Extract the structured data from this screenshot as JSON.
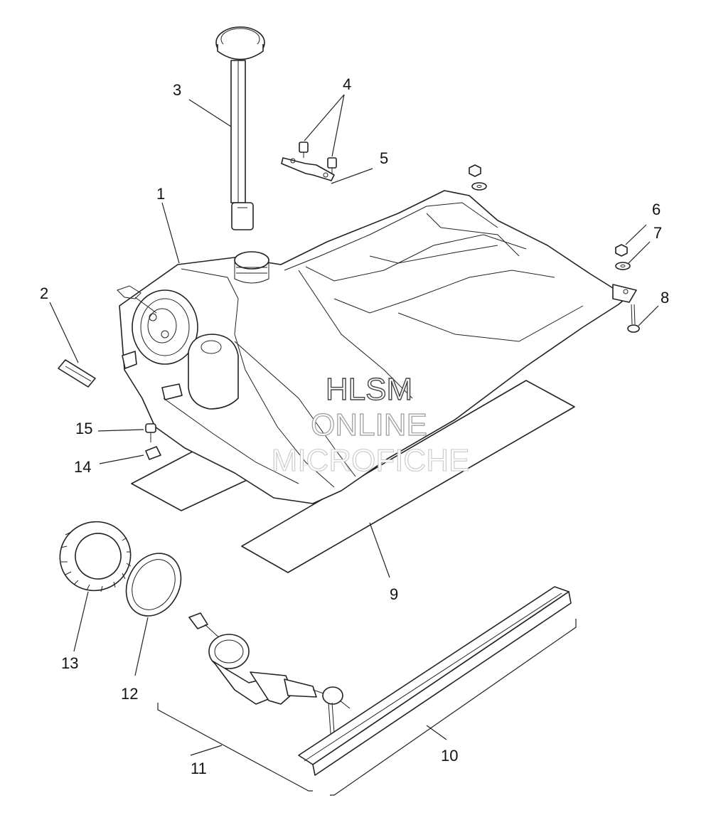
{
  "callouts": {
    "c1": "1",
    "c2": "2",
    "c3": "3",
    "c4": "4",
    "c5": "5",
    "c6": "6",
    "c7": "7",
    "c8": "8",
    "c9": "9",
    "c10": "10",
    "c11": "11",
    "c12": "12",
    "c13": "13",
    "c14": "14",
    "c15": "15"
  },
  "watermark": {
    "line1": "HLSM",
    "line2": "ONLINE",
    "line3": "MICROFICHE"
  },
  "colors": {
    "line": "#222222",
    "background": "#ffffff"
  }
}
